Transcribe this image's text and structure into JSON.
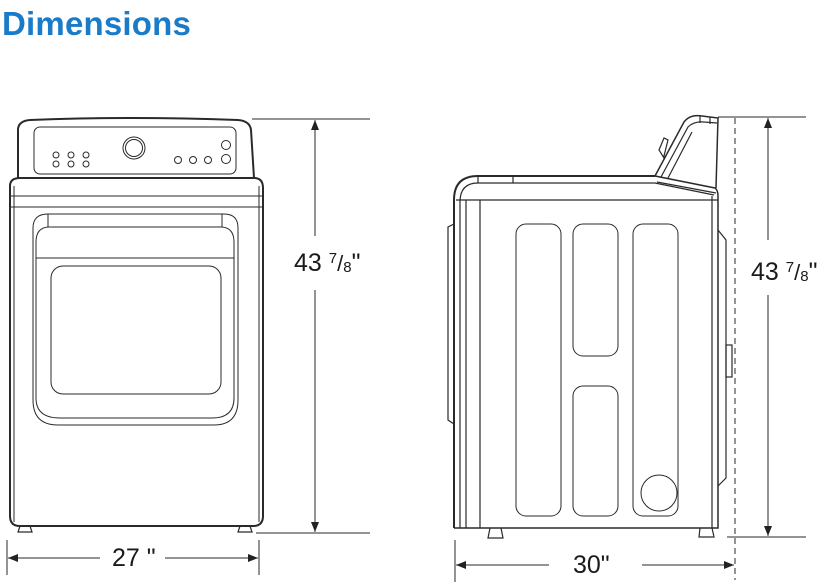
{
  "title": "Dimensions",
  "colors": {
    "title": "#1a7bc9",
    "line": "#2a2a2a",
    "text": "#1a1a1a"
  },
  "front_view": {
    "height_dimension": {
      "whole": "43",
      "numerator": "7",
      "slash": "/",
      "denominator": "8",
      "unit": "\""
    },
    "width_dimension": "27 \""
  },
  "side_view": {
    "height_dimension": {
      "whole": "43",
      "numerator": "7",
      "slash": "/",
      "denominator": "8",
      "unit": "\""
    },
    "depth_dimension": "30\""
  }
}
